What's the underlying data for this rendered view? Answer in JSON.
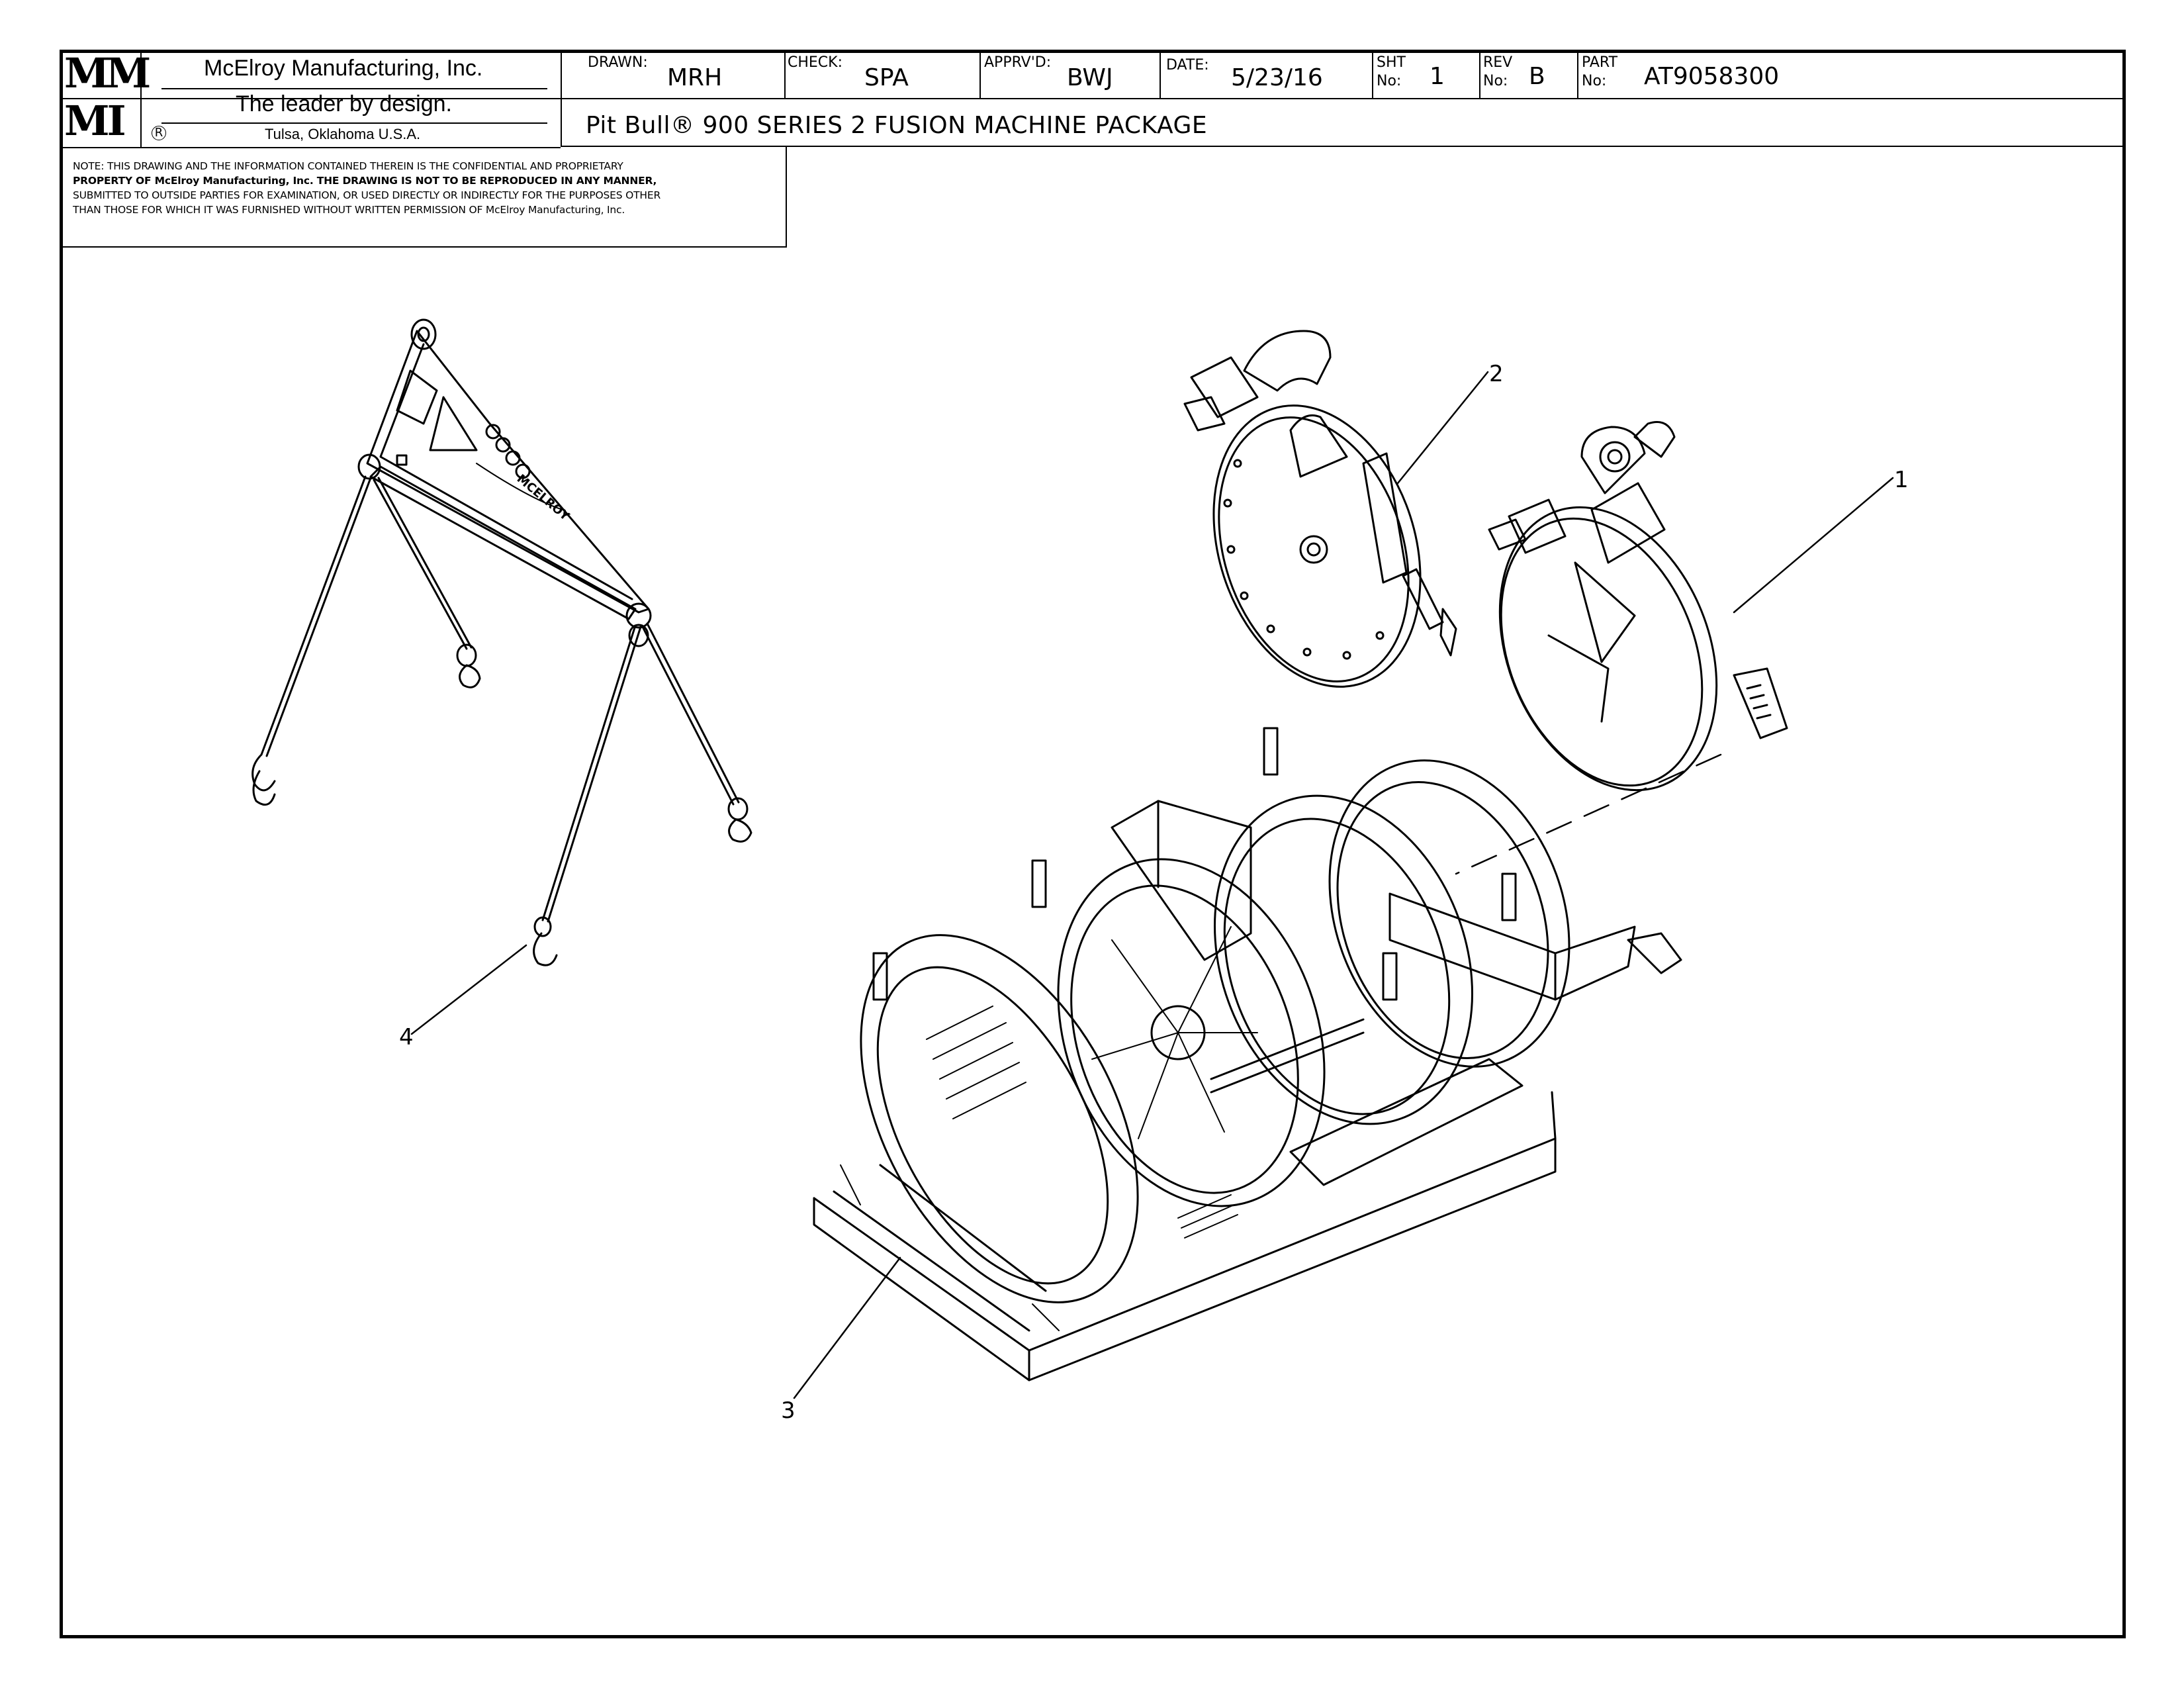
{
  "logo": {
    "line1": "MM",
    "line2": "MI"
  },
  "company": {
    "name": "McElroy Manufacturing, Inc.",
    "slogan": "The leader by design.",
    "location": "Tulsa, Oklahoma U.S.A."
  },
  "title_block": {
    "drawn_label": "DRAWN:",
    "drawn_value": "MRH",
    "check_label": "CHECK:",
    "check_value": "SPA",
    "apprvd_label": "APPRV'D:",
    "apprvd_value": "BWJ",
    "date_label": "DATE:",
    "date_value": "5/23/16",
    "sht_label_1": "SHT",
    "sht_label_2": "No:",
    "sht_value": "1",
    "rev_label_1": "REV",
    "rev_label_2": "No:",
    "rev_value": "B",
    "part_label_1": "PART",
    "part_label_2": "No:",
    "part_value": "AT9058300",
    "title": "Pit Bull® 900 SERIES 2 FUSION MACHINE PACKAGE"
  },
  "note": {
    "line1": "NOTE: THIS DRAWING AND THE INFORMATION CONTAINED THEREIN IS THE CONFIDENTIAL AND PROPRIETARY",
    "line2": "PROPERTY OF McElroy Manufacturing, Inc. THE DRAWING IS NOT TO BE REPRODUCED IN ANY MANNER,",
    "line3": "SUBMITTED TO OUTSIDE PARTIES FOR EXAMINATION, OR USED DIRECTLY OR INDIRECTLY FOR THE PURPOSES OTHER",
    "line4": "THAN THOSE FOR WHICH IT WAS FURNISHED WITHOUT WRITTEN PERMISSION OF McElroy Manufacturing, Inc."
  },
  "callouts": {
    "item1": "1",
    "item2": "2",
    "item3": "3",
    "item4": "4"
  },
  "spreader_bar_marking": "MCELROY"
}
